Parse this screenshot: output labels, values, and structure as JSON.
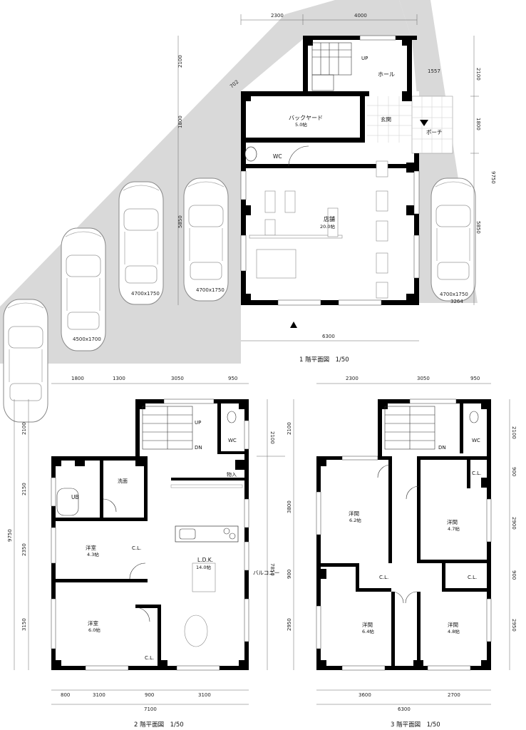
{
  "floor1": {
    "title": "1 階平面図　1/50",
    "dims_top": [
      "2300",
      "4000"
    ],
    "dims_right": [
      "2100",
      "1800",
      "5850"
    ],
    "dims_right_total": "9750",
    "dims_left": [
      "2100",
      "1800",
      "5850"
    ],
    "dim_bottom": "6300",
    "dim_porch": "1557",
    "dim_corner": "3264",
    "dim_angle": "702",
    "rooms": {
      "hall": "ホール",
      "backyard": "バックヤード",
      "backyard_area": "5.0帖",
      "entrance": "玄関",
      "porch": "ポーチ",
      "wc": "WC",
      "shop": "店舗",
      "shop_area": "20.0帖",
      "up": "UP"
    },
    "cars": [
      "4700x1750",
      "4700x1750",
      "4500x1700",
      "4700x1750"
    ]
  },
  "floor2": {
    "title": "2 階平面図　1/50",
    "dims_top": [
      "1800",
      "1300",
      "3050",
      "950"
    ],
    "dims_left": [
      "2100",
      "2150",
      "2350",
      "3150"
    ],
    "dims_left_total": "9750",
    "dims_bottom": [
      "800",
      "3100",
      "900",
      "3100"
    ],
    "dim_bottom_total": "7100",
    "dim_right": "7850",
    "dim_right_top": "2100",
    "rooms": {
      "ub": "UB",
      "wash": "洗面",
      "western1": "洋室",
      "western1_area": "4.3帖",
      "western2": "洋室",
      "western2_area": "6.0帖",
      "cl1": "C.L.",
      "cl2": "C.L.",
      "ldk": "L.D.K.",
      "ldk_area": "14.0帖",
      "balcony": "バルコニー",
      "storage": "物入",
      "wc": "WC",
      "up": "UP",
      "dn": "DN"
    }
  },
  "floor3": {
    "title": "3 階平面図　1/50",
    "dims_top": [
      "2300",
      "3050",
      "950"
    ],
    "dims_right": [
      "2100",
      "900",
      "2900",
      "900",
      "2950"
    ],
    "dims_left": [
      "2100",
      "3800",
      "900",
      "2950"
    ],
    "dims_bottom": [
      "3600",
      "2700"
    ],
    "dim_bottom_total": "6300",
    "rooms": {
      "r1": "洋間",
      "r1_area": "6.2帖",
      "r2": "洋間",
      "r2_area": "4.7帖",
      "r3": "洋間",
      "r3_area": "6.4帖",
      "r4": "洋間",
      "r4_area": "4.8帖",
      "cl1": "C.L.",
      "cl2": "C.L.",
      "cl3": "C.L.",
      "wc": "WC",
      "dn": "DN"
    }
  }
}
